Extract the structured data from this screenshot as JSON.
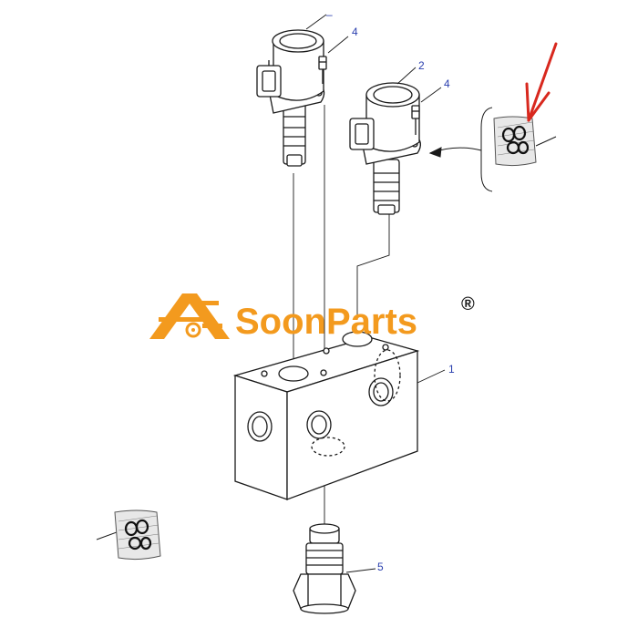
{
  "callouts": [
    {
      "id": "valve-body",
      "label": "1"
    },
    {
      "id": "solenoid-right",
      "label": "2"
    },
    {
      "id": "bolt-top",
      "label": "4"
    },
    {
      "id": "bolt-right",
      "label": "4"
    },
    {
      "id": "plug",
      "label": "5"
    }
  ],
  "watermark": {
    "brand": "SoonParts",
    "registered": "®"
  },
  "colors": {
    "line": "#1a1a1a",
    "callout_text": "#2a3fae",
    "brand": "#f39a1e",
    "arrow": "#d8281e",
    "hatch": "#7a7a7a"
  }
}
